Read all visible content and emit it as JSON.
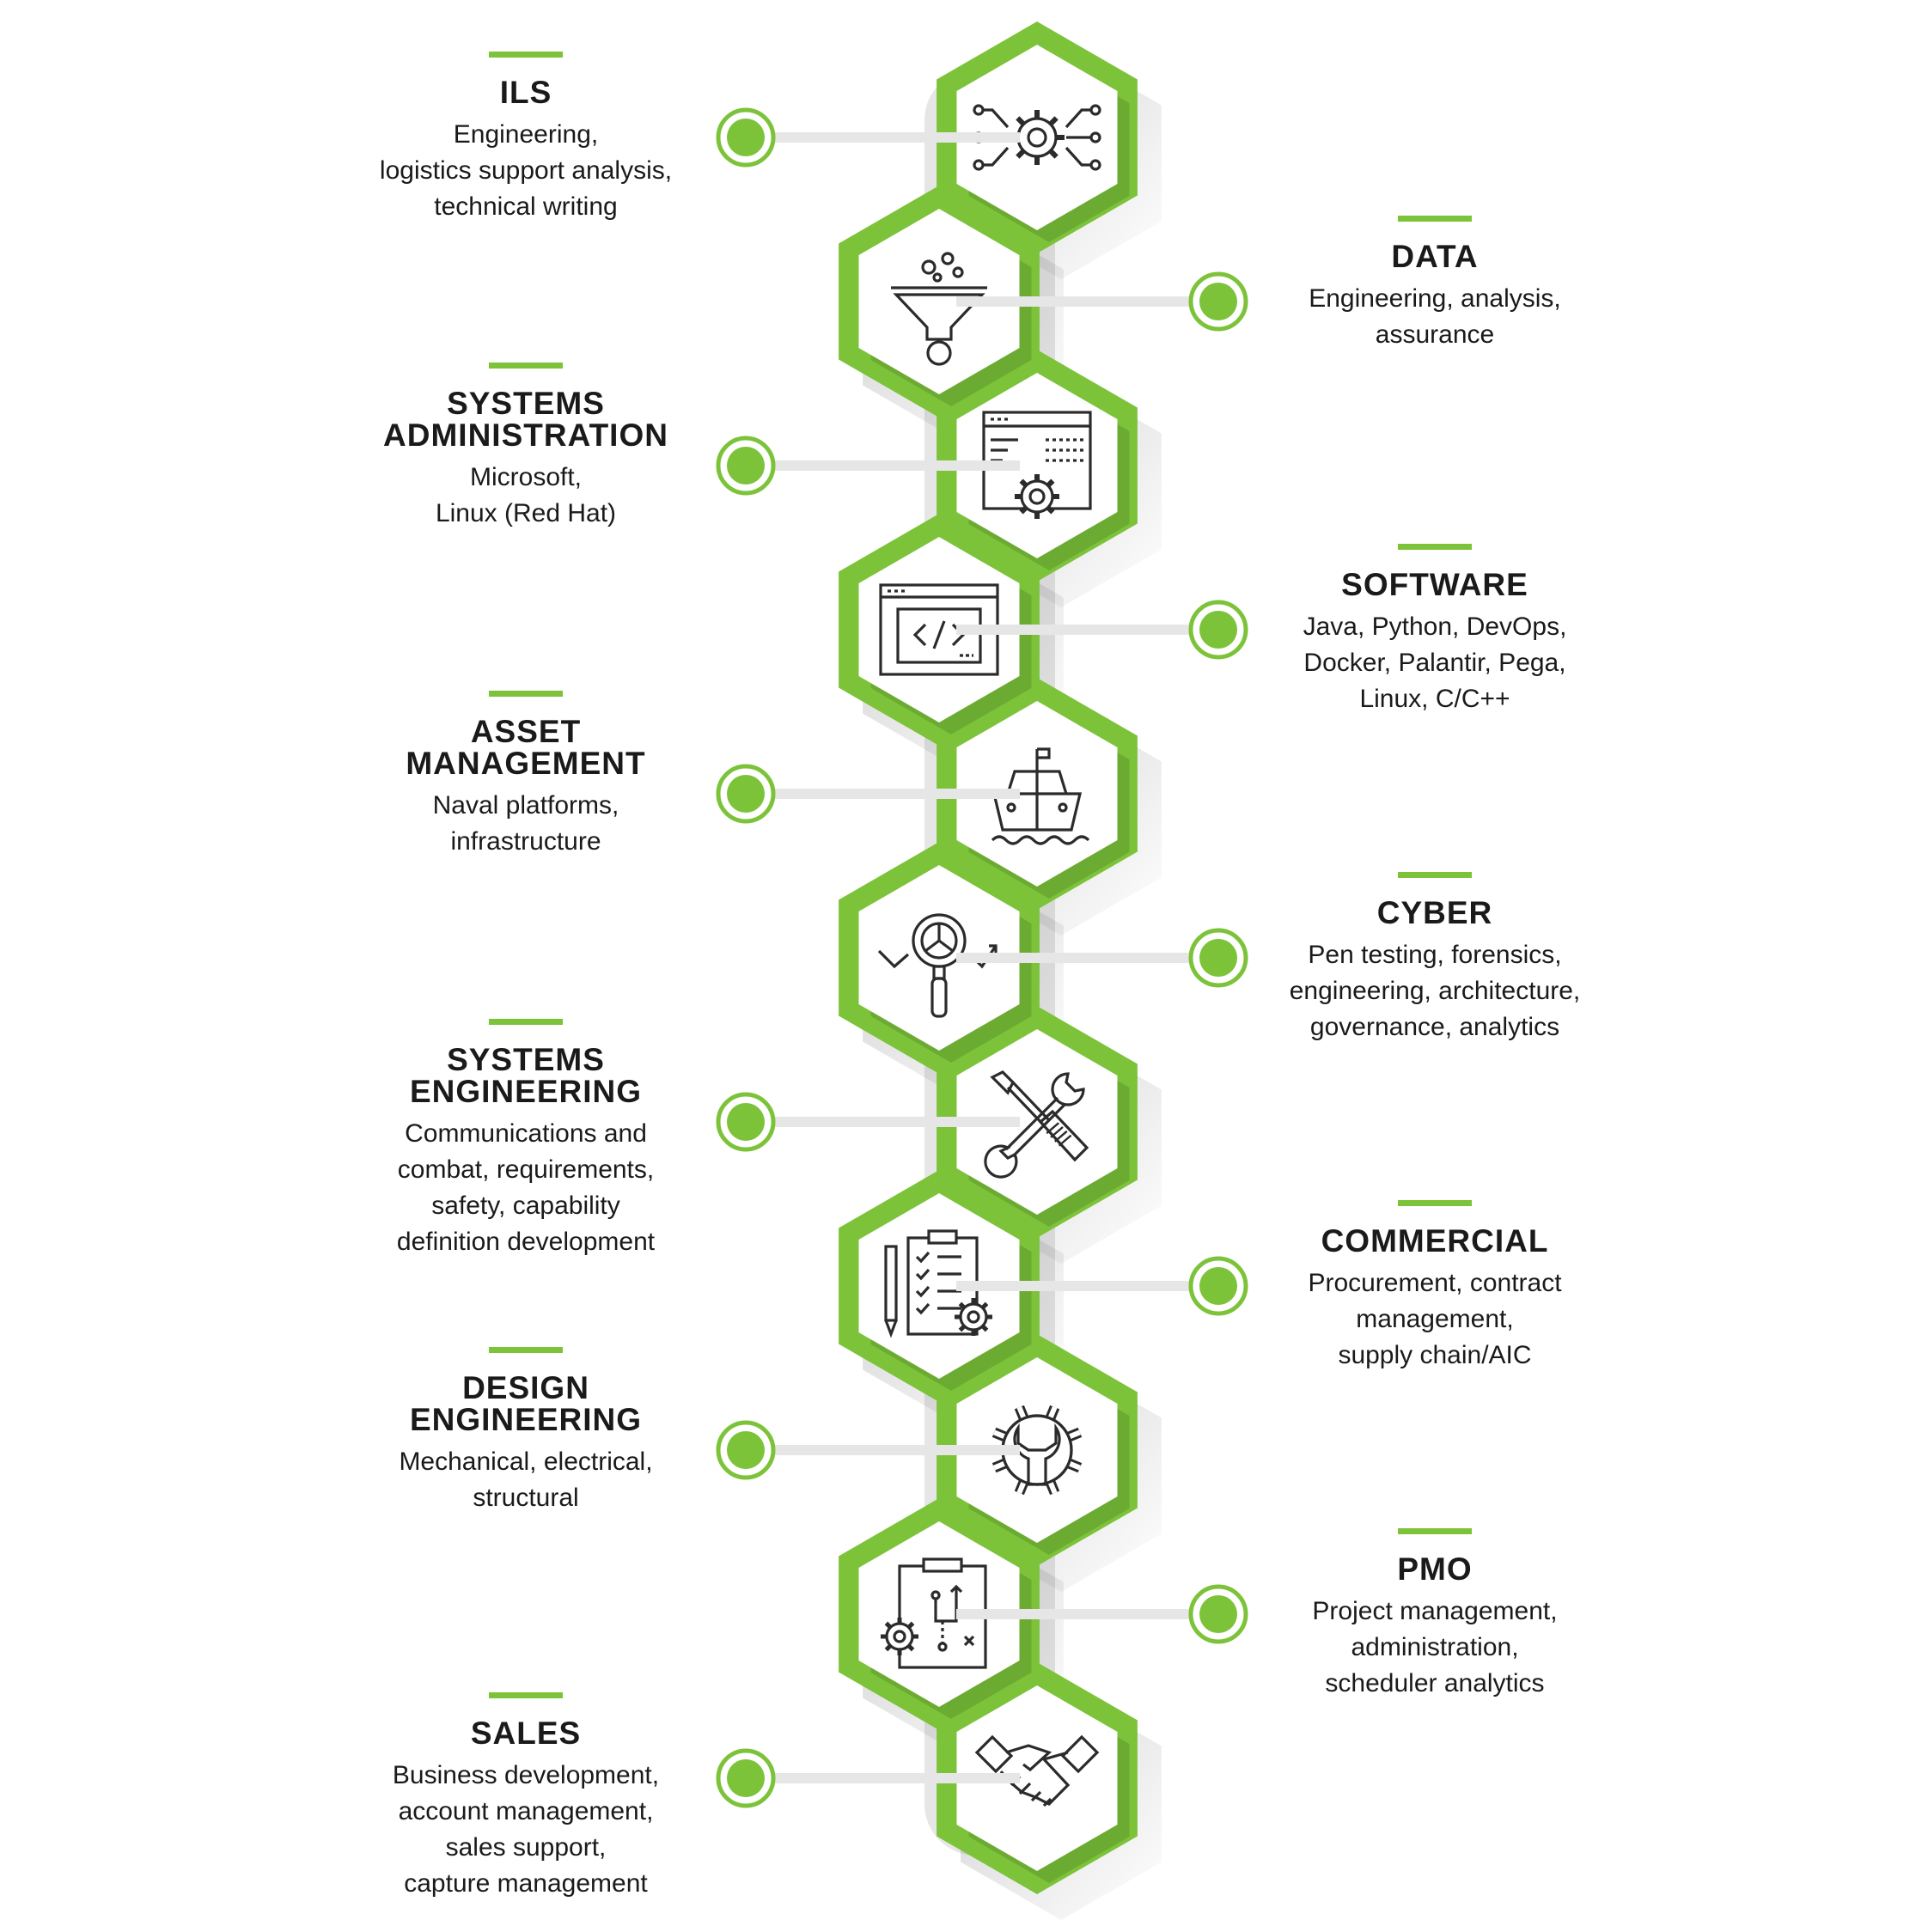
{
  "colors": {
    "accent": "#7cc33a",
    "accent_dark": "#5fa62a",
    "spine": "#e6e6e6",
    "hex_fill": "#ffffff",
    "icon_stroke": "#2b2b2b",
    "text": "#1a1a1a"
  },
  "services": [
    {
      "title": "ILS",
      "description": "Engineering,\nlogistics support analysis,\ntechnical writing",
      "icon": "gear-network-icon"
    },
    {
      "title": "DATA",
      "description": "Engineering, analysis,\nassurance",
      "icon": "data-funnel-icon"
    },
    {
      "title": "SYSTEMS\nADMINISTRATION",
      "description": "Microsoft,\nLinux (Red Hat)",
      "icon": "browser-gear-icon"
    },
    {
      "title": "SOFTWARE",
      "description": "Java, Python, DevOps,\nDocker, Palantir, Pega,\nLinux, C/C++",
      "icon": "code-window-icon"
    },
    {
      "title": "ASSET\nMANAGEMENT",
      "description": "Naval platforms,\ninfrastructure",
      "icon": "ship-icon"
    },
    {
      "title": "CYBER",
      "description": "Pen testing, forensics,\nengineering, architecture,\ngovernance, analytics",
      "icon": "magnifier-analytics-icon"
    },
    {
      "title": "SYSTEMS\nENGINEERING",
      "description": "Communications and\ncombat, requirements,\nsafety, capability\ndefinition development",
      "icon": "tools-icon"
    },
    {
      "title": "COMMERCIAL",
      "description": "Procurement, contract\nmanagement,\nsupply chain/AIC",
      "icon": "checklist-icon"
    },
    {
      "title": "DESIGN\nENGINEERING",
      "description": "Mechanical, electrical,\nstructural",
      "icon": "gear-wrench-icon"
    },
    {
      "title": "PMO",
      "description": "Project management,\nadministration,\nscheduler analytics",
      "icon": "strategy-board-icon"
    },
    {
      "title": "SALES",
      "description": "Business development,\naccount management,\nsales support,\ncapture management",
      "icon": "handshake-icon"
    }
  ]
}
